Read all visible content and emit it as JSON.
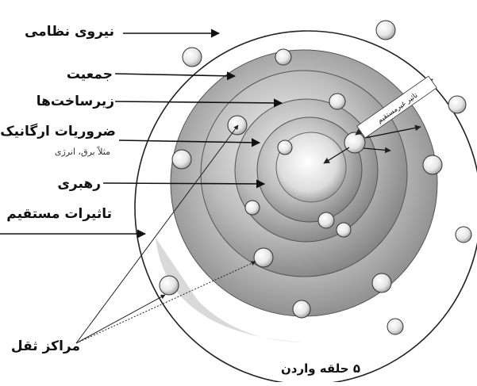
{
  "labels": {
    "system_forces": "نیروی نظامی",
    "population": "جمعیت",
    "infrastructure": "زیرساخت‌ها",
    "organic_essentials": "ضروریات ارگانیک",
    "organic_examples": "مثلاً برق، انرژی",
    "leadership": "رهبری",
    "direct_effects": "تاثیرات مستقیم",
    "centers_of_gravity": "مراکز ثقل",
    "indirect_effect": "تاثیر غیرمستقیم"
  },
  "caption": "۵ حلقه واردن",
  "colors": {
    "ring_dark": "#8c8c8c",
    "ring_light": "#f4f4f4",
    "core_light": "#ffffff",
    "line": "#111111"
  }
}
